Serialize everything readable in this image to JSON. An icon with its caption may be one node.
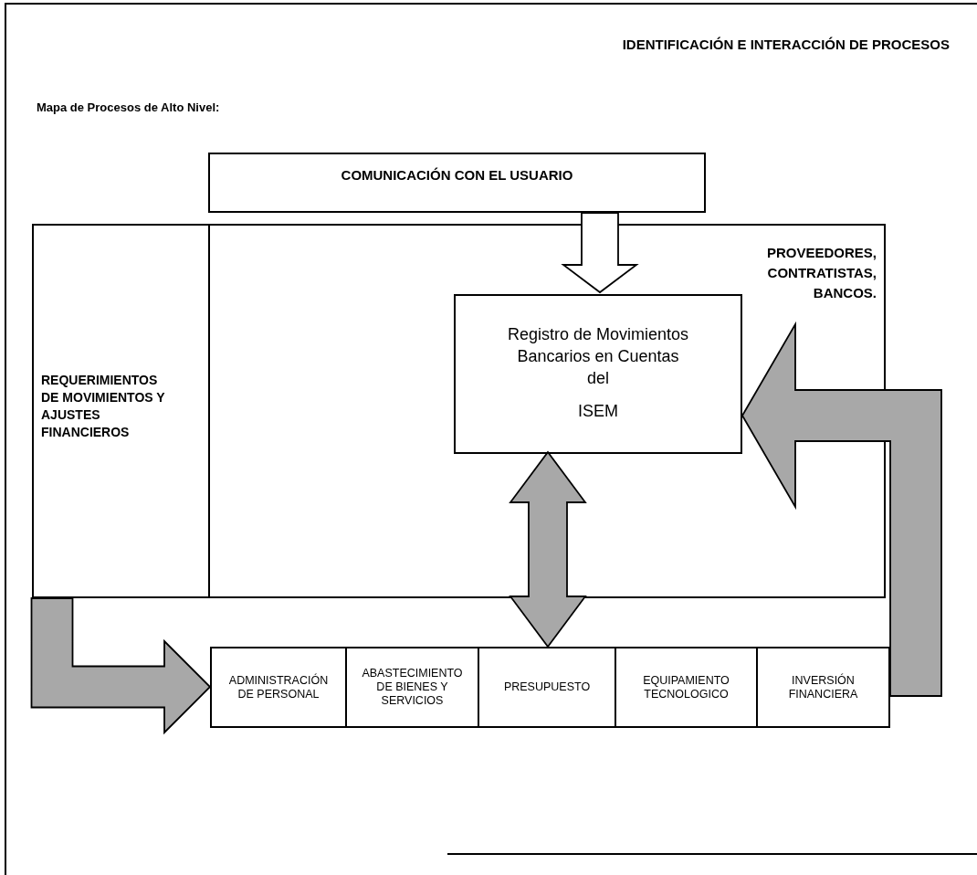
{
  "diagram": {
    "title": "IDENTIFICACIÓN E INTERACCIÓN DE PROCESOS",
    "nodes": [
      {
        "text": [
          "COMUNICACIÓN CON EL USUARIO"
        ]
      },
      {
        "text": [
          "REQUERIMIENTOS DE MOVIMIENTOS Y AJUSTES FINANCIEROS"
        ]
      },
      {
        "text": [],
        "shape": "box"
      },
      {
        "text": [
          "PROVEEDORES, CONTRATISTAS, BANCOS."
        ],
        "in": 2
      },
      {
        "text": [
          "Registro de Movimientos Bancarios en Cuentas del",
          "ISEM"
        ],
        "in": 2
      },
      {
        "text": [
          "ADMINISTRACIÓN DE PERSONAL"
        ]
      },
      {
        "text": [
          "ABASTECIMIENTO DE BIENES Y SERVICIOS"
        ]
      },
      {
        "text": [
          "PRESUPUESTO"
        ]
      },
      {
        "text": [
          "EQUIPAMIENTO TECNOLOGICO"
        ]
      },
      {
        "text": [
          "INVERSIÓN FINANCIERA"
        ]
      }
    ],
    "edges": [
      {
        "from": 0,
        "to": 4,
        "arrow": "to",
        "color": "#ffffff"
      },
      {
        "from": 4,
        "to": 7,
        "arrow": "both"
      },
      {
        "from": null,
        "to": 4,
        "arrow": "to"
      },
      {
        "from": 1,
        "to": 5,
        "arrow": "to"
      }
    ],
    "labels": [
      "Mapa de Procesos de Alto Nivel:"
    ]
  }
}
